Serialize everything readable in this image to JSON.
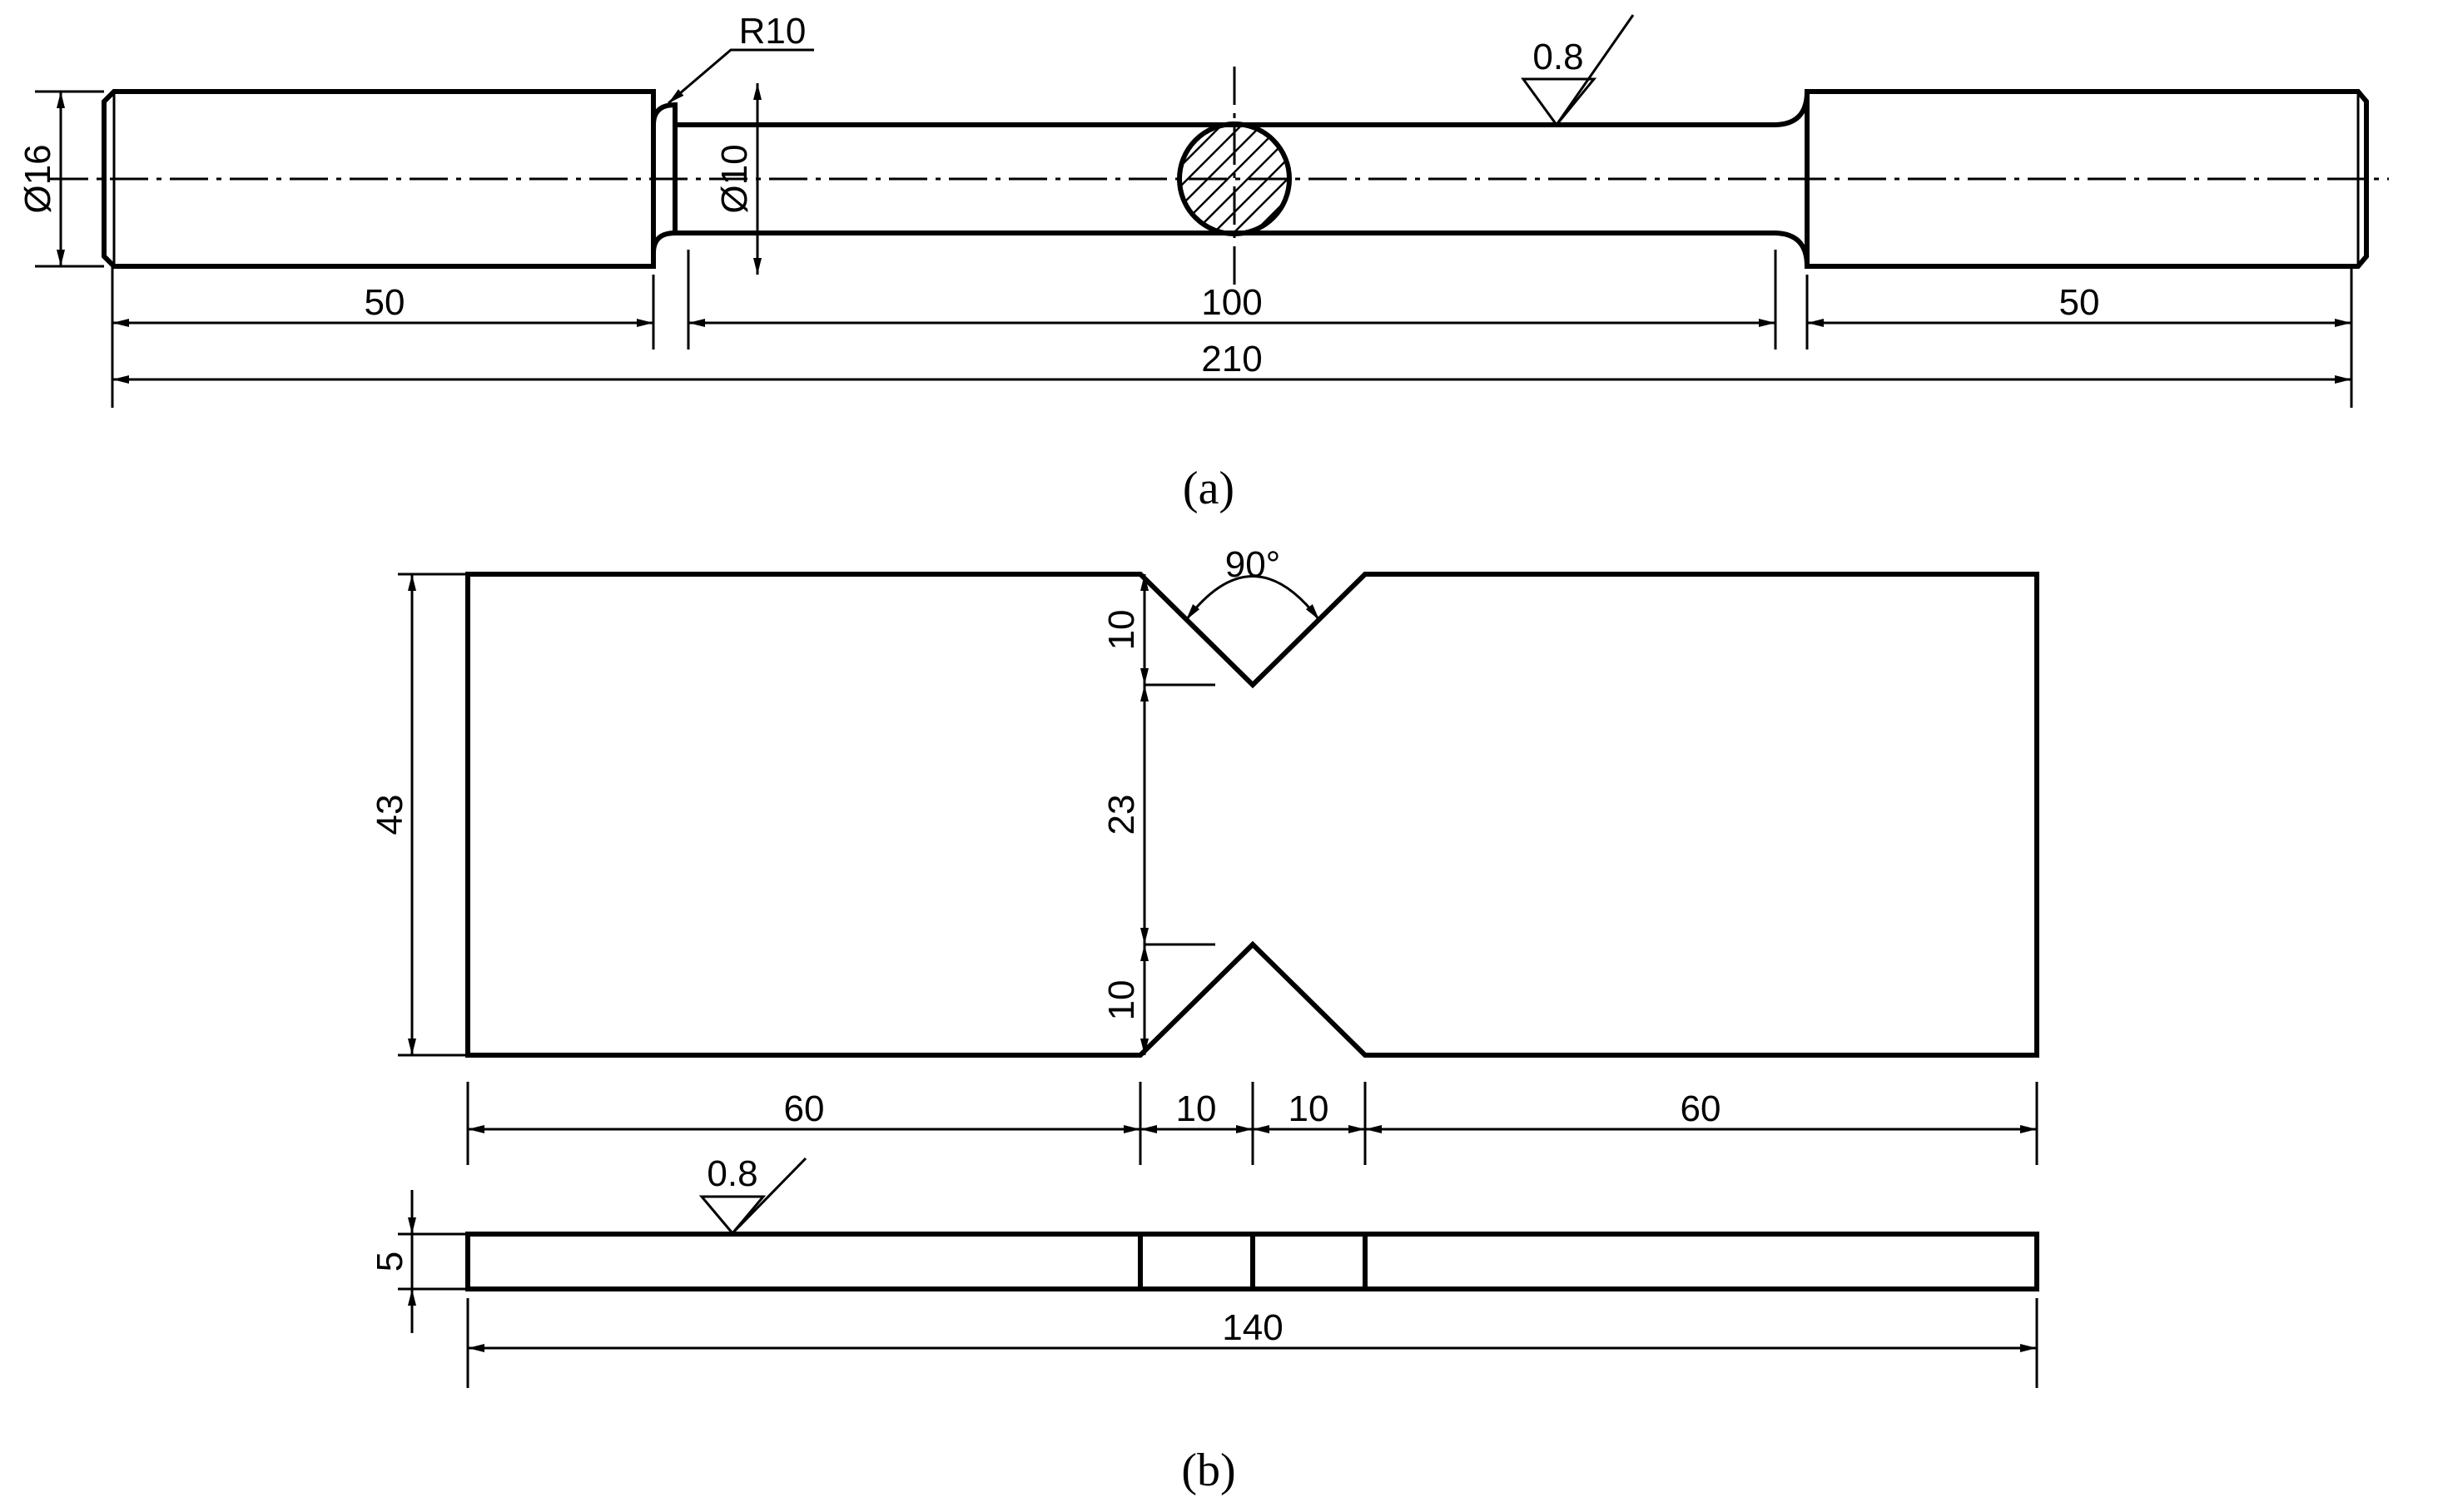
{
  "view_a": {
    "caption": "(a)",
    "dims": {
      "grip_diameter": "Ø16",
      "gauge_diameter": "Ø10",
      "fillet_radius": "R10",
      "left_grip_length": "50",
      "gauge_length": "100",
      "right_grip_length": "50",
      "overall_length": "210",
      "roughness": "0.8"
    }
  },
  "view_b": {
    "caption": "(b)",
    "dims": {
      "notch_angle": "90°",
      "height": "43",
      "top_notch_depth": "10",
      "ligament": "23",
      "bottom_notch_depth": "10",
      "left_length": "60",
      "notch_half_left": "10",
      "notch_half_right": "10",
      "right_length": "60",
      "thickness": "5",
      "overall_length": "140",
      "roughness": "0.8"
    }
  }
}
